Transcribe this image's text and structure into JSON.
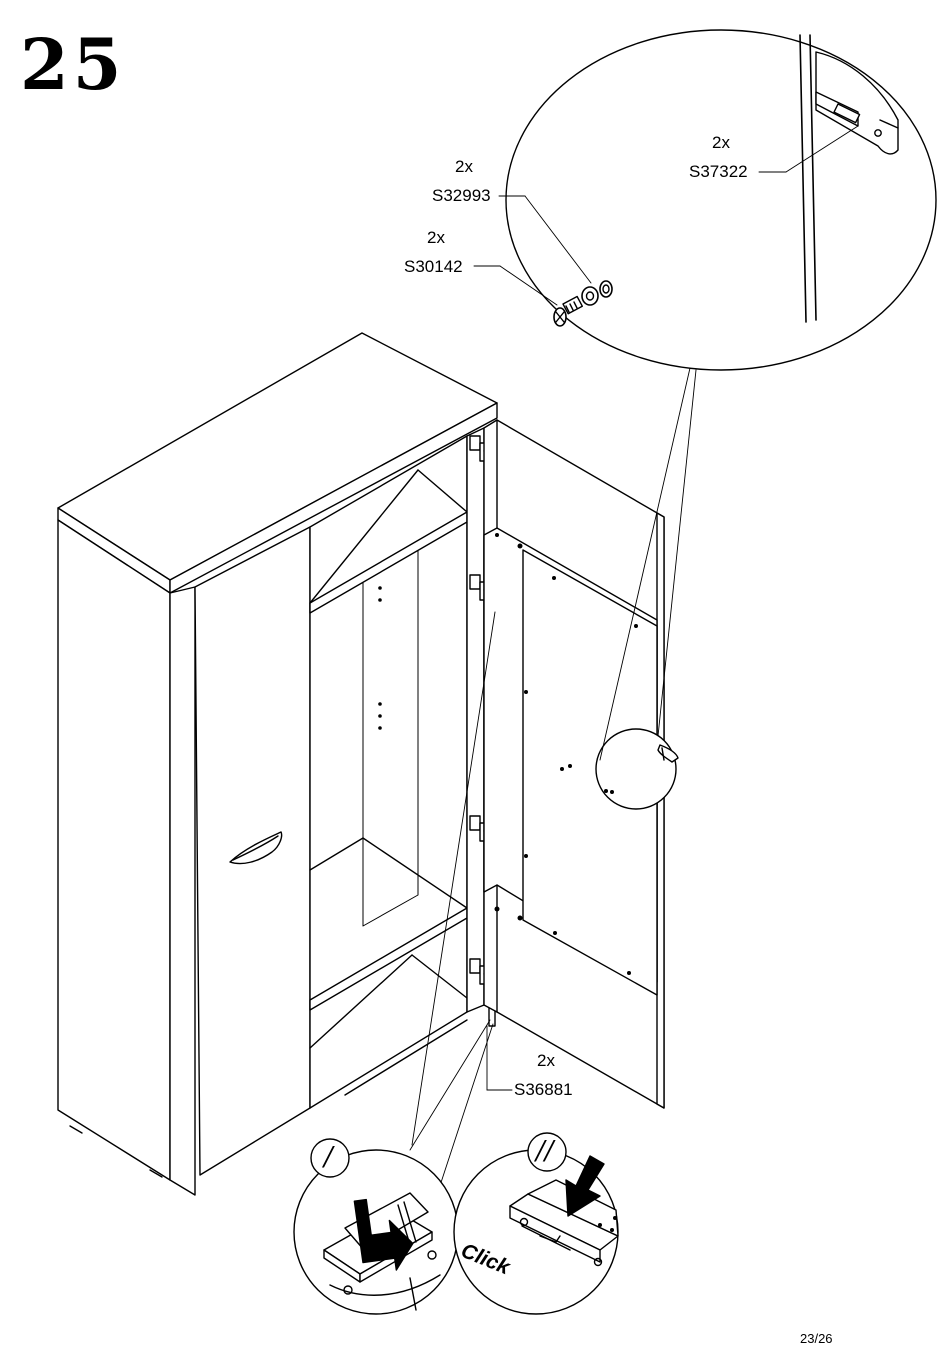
{
  "step": {
    "number": "25"
  },
  "callouts": [
    {
      "qty": "2x",
      "code": "S32993"
    },
    {
      "qty": "2x",
      "code": "S30142"
    },
    {
      "qty": "2x",
      "code": "S37322"
    },
    {
      "qty": "2x",
      "code": "S36881"
    }
  ],
  "detail_steps": [
    {
      "marker": "/",
      "caption": ""
    },
    {
      "marker": "//",
      "caption": "Click"
    }
  ],
  "page": {
    "number": "23/26"
  }
}
